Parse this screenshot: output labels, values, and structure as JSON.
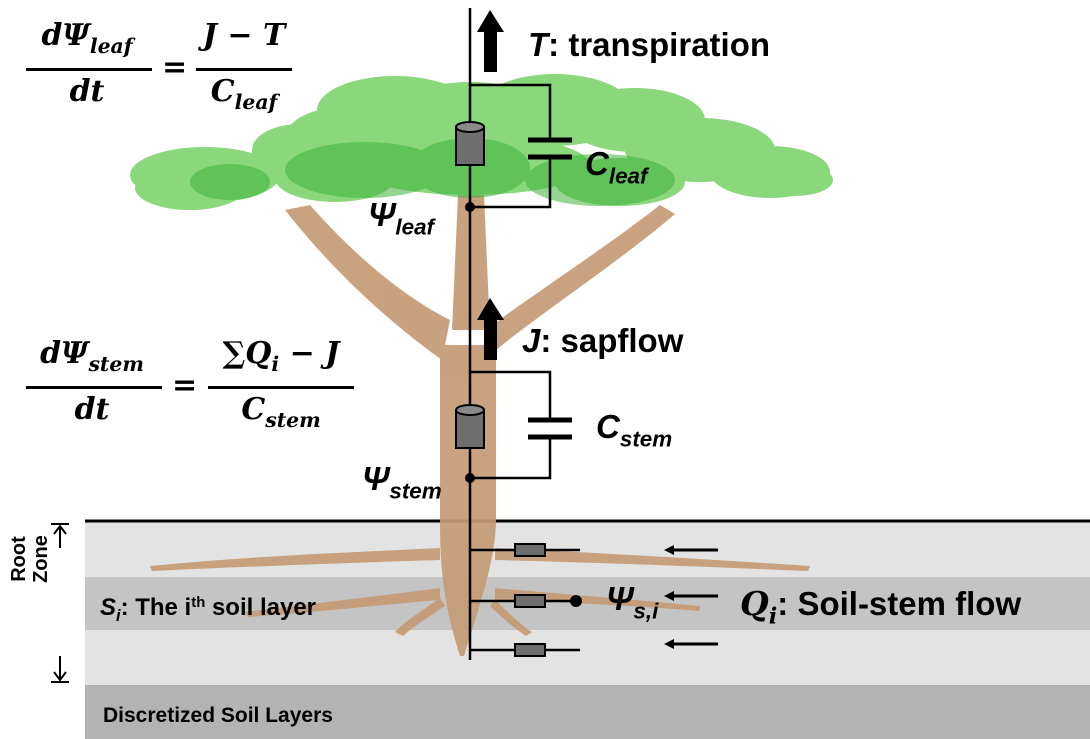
{
  "labels": {
    "transpiration_symbol": "T",
    "transpiration_text": ": transpiration",
    "sapflow_symbol": "J",
    "sapflow_text": ": sapflow",
    "c_leaf_main": "C",
    "c_leaf_sub": "leaf",
    "c_stem_main": "C",
    "c_stem_sub": "stem",
    "psi_leaf_main": "Ψ",
    "psi_leaf_sub": "leaf",
    "psi_stem_main": "Ψ",
    "psi_stem_sub": "stem",
    "psi_si_main": "Ψ",
    "psi_si_sub": "s,i",
    "q_main": "Q",
    "q_sub": "i",
    "q_text": ": Soil-stem flow",
    "soil_layer_s": "S",
    "soil_layer_sub": "i",
    "soil_layer_text1": ": The i",
    "soil_layer_sup": "th",
    "soil_layer_text2": " soil layer",
    "root_zone_line1": "Root",
    "root_zone_line2": "Zone",
    "discretized": "Discretized Soil Layers"
  },
  "equations": {
    "leaf": {
      "num_d": "dΨ",
      "num_sub": "leaf",
      "num_suffix": "",
      "den": "dt",
      "equals": "=",
      "rhs_num": "J − T",
      "rhs_den_main": "C",
      "rhs_den_sub": "leaf"
    },
    "stem": {
      "num_d": "dΨ",
      "num_sub": "stem",
      "den": "dt",
      "equals": "=",
      "rhs_num_sum": "∑",
      "rhs_num_q": "Q",
      "rhs_num_qsub": "i",
      "rhs_num_rest": " − J",
      "rhs_den_main": "C",
      "rhs_den_sub": "stem"
    }
  },
  "colors": {
    "canopy_light": "#7ed36e",
    "canopy_dark": "#3db33a",
    "trunk": "#c49a74",
    "soil_light": "#e3e3e3",
    "soil_mid": "#c4c4c4",
    "soil_dark": "#b0b0b0",
    "resistor": "#6e6e6e"
  }
}
